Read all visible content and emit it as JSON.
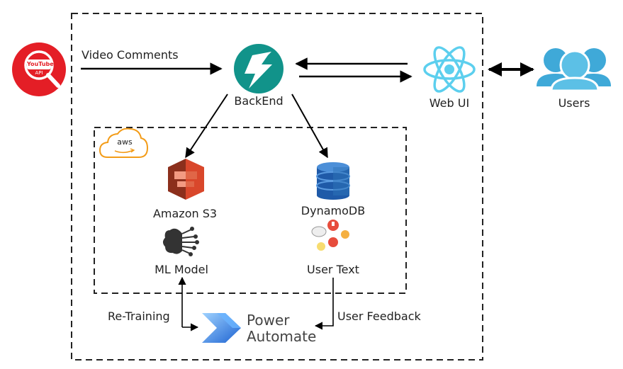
{
  "nodes": {
    "youtube": {
      "logo_text": "YouTube",
      "sub_text": "API"
    },
    "backend": {
      "label": "BackEnd"
    },
    "webui": {
      "label": "Web UI"
    },
    "users": {
      "label": "Users"
    },
    "aws": {
      "logo_text": "aws"
    },
    "s3": {
      "label": "Amazon S3"
    },
    "dynamodb": {
      "label": "DynamoDB"
    },
    "ml_model": {
      "label": "ML Model"
    },
    "user_text": {
      "label": "User Text"
    },
    "power_automate": {
      "line1": "Power",
      "line2": "Automate"
    }
  },
  "edges": {
    "video_comments": "Video Comments",
    "retraining": "Re-Training",
    "user_feedback": "User Feedback"
  },
  "colors": {
    "youtube_red": "#e41e26",
    "backend_teal": "#11938a",
    "react_blue": "#5ccfee",
    "users_blue": "#3fa9d8",
    "aws_orange": "#f39c18",
    "s3_red": "#d9472b",
    "dynamo_blue": "#2e73b8",
    "power_automate_blue": "#2d7be0"
  }
}
